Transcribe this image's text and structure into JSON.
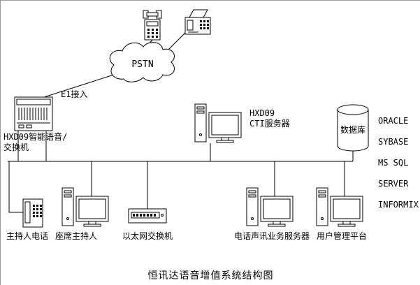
{
  "title": "恒讯达语音增值系统结构图",
  "colors": {
    "line": "#000000",
    "background": "#ffffff"
  },
  "nodes": {
    "pstn": "PSTN",
    "e1_link": "E1接入",
    "voice_switch": "HXD09智能语音/\n交换机",
    "cti_server": "HXD09\nCTI服务器",
    "database": "数据库",
    "db_products": [
      "ORACLE",
      "SYBASE",
      "MS SQL",
      "SERVER",
      "INFORMIX"
    ],
    "host_phone": "主持人电话",
    "agent_host": "座席主持人",
    "ethernet_switch": "以太网交换机",
    "voice_service_server": "电话声讯业务服务器",
    "user_platform": "用户管理平台"
  }
}
